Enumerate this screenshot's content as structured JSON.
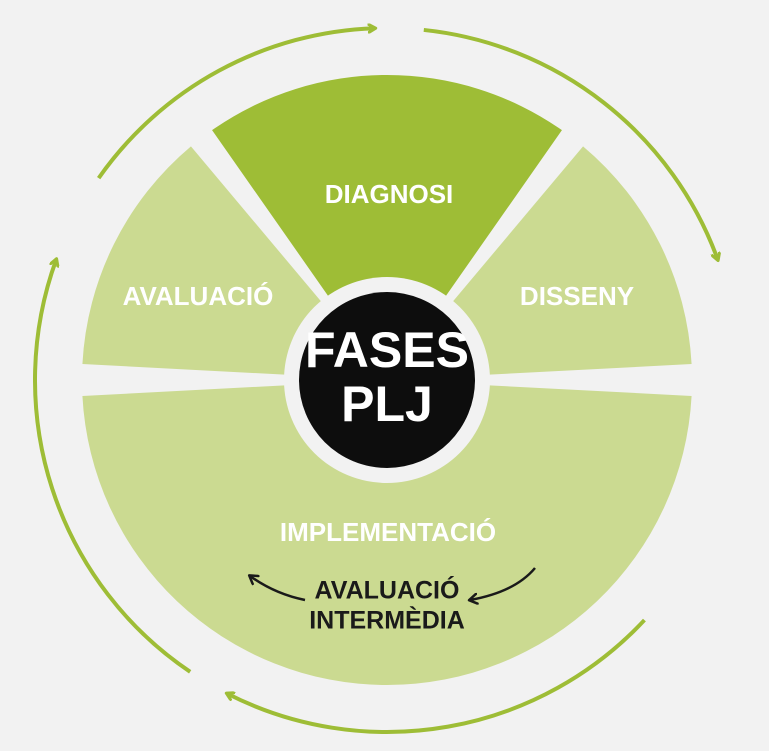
{
  "colors": {
    "background": "#f2f2f2",
    "light_green": "#cbda91",
    "dark_green": "#9ebd36",
    "arrow_green": "#9ebd36",
    "center_black": "#0d0d0d",
    "white": "#ffffff",
    "inner_text": "#1a1a1a"
  },
  "diagram": {
    "center": {
      "line1": "FASES",
      "line2": "PLJ"
    },
    "segments": {
      "diagnosi": "DIAGNOSI",
      "disseny": "DISSENY",
      "implementacio": "IMPLEMENTACIÓ",
      "avaluacio": "AVALUACIÓ"
    },
    "intermediate": {
      "line1": "AVALUACIÓ",
      "line2": "INTERMÈDIA"
    }
  }
}
